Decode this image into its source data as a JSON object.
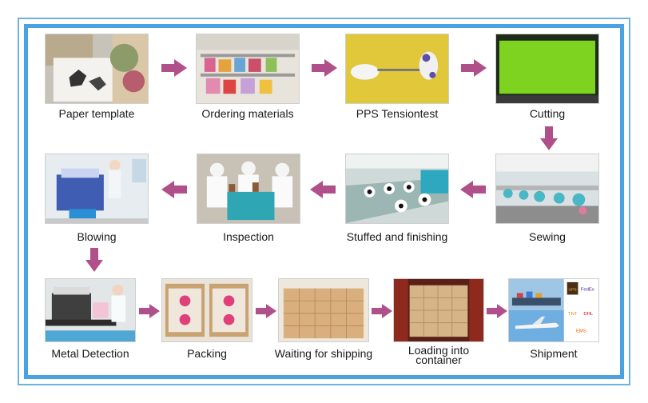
{
  "arrow_color": "#b0508a",
  "frame_color": "#49a3e3",
  "steps": [
    {
      "label": "Paper template"
    },
    {
      "label": "Ordering materials"
    },
    {
      "label": "PPS Tensiontest"
    },
    {
      "label": "Cutting"
    },
    {
      "label": "Sewing"
    },
    {
      "label": "Stuffed and finishing"
    },
    {
      "label": "Inspection"
    },
    {
      "label": "Blowing"
    },
    {
      "label": "Metal Detection"
    },
    {
      "label": "Packing"
    },
    {
      "label": "Waiting for shipping"
    },
    {
      "label": "Loading into container"
    },
    {
      "label": "Shipment"
    }
  ],
  "logos": {
    "fedex": "FedEx",
    "dhl": "DHL",
    "ups": "UPS",
    "tnt": "TNT",
    "ems": "EMS"
  }
}
